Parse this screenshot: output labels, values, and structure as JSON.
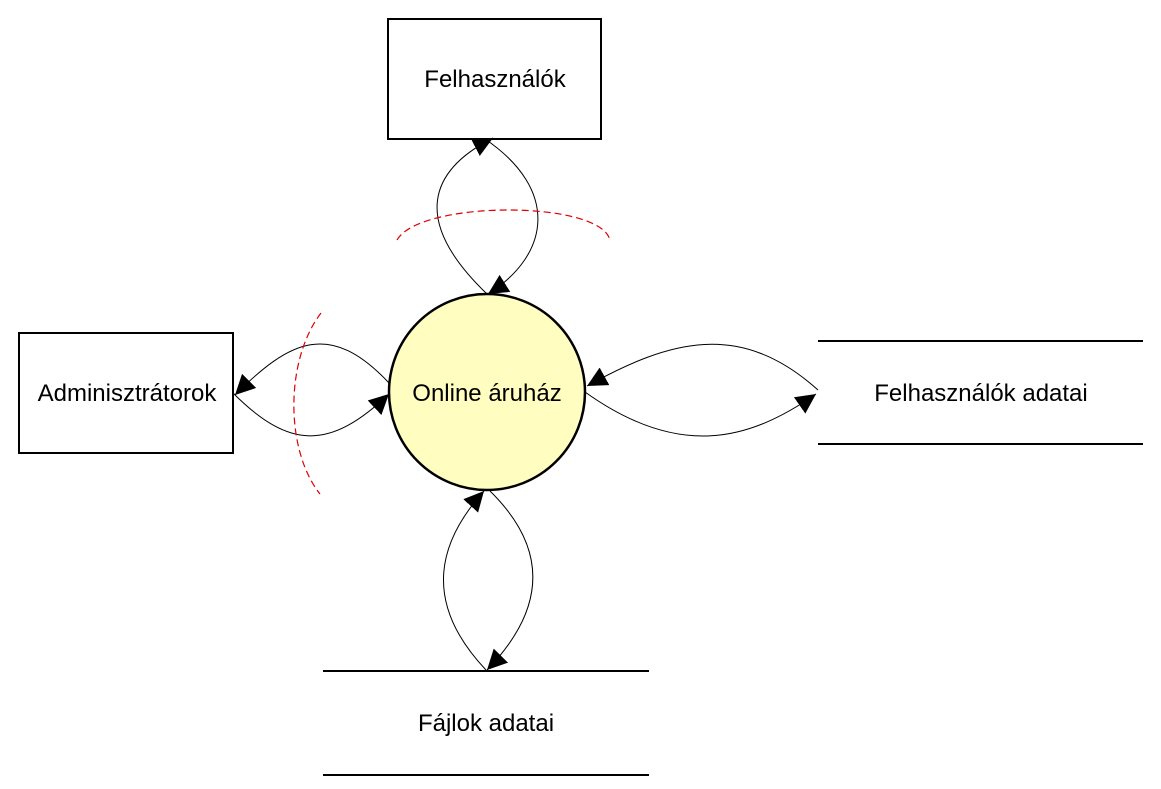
{
  "diagram": {
    "process": {
      "label": "Online áruház",
      "fill": "#FFFDC0",
      "stroke": "#000000"
    },
    "entities": {
      "users": {
        "label": "Felhasználók"
      },
      "admins": {
        "label": "Adminisztrátorok"
      }
    },
    "stores": {
      "user_data": {
        "label": "Felhasználók adatai"
      },
      "file_data": {
        "label": "Fájlok adatai"
      }
    },
    "colors": {
      "line": "#000000",
      "boundary": "#E00000"
    }
  }
}
